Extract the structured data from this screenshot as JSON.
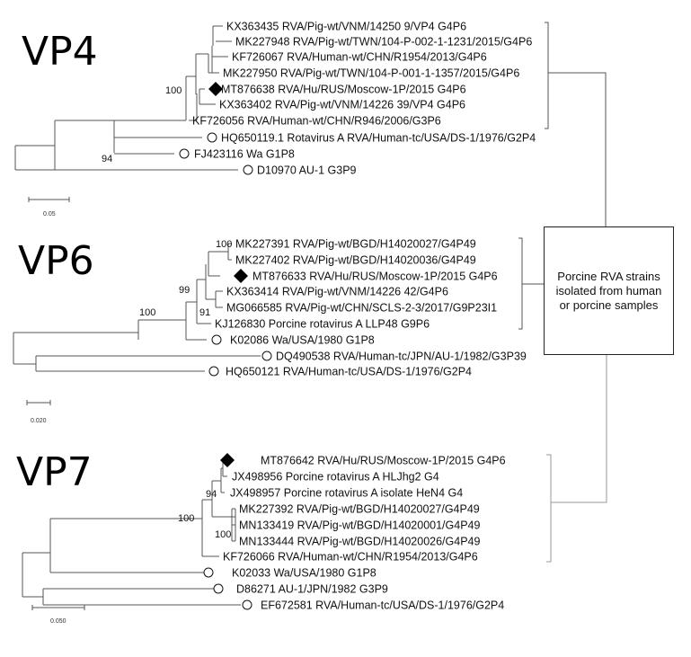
{
  "figure": {
    "legend": {
      "lines": [
        "Porcine RVA strains",
        "isolated from human",
        "or porcine samples"
      ]
    },
    "panels": [
      {
        "id": "vp4",
        "title": "VP4",
        "scale_bar": "0.05",
        "leaves": [
          {
            "label": "KX363435 RVA/Pig-wt/VNM/14250 9/VP4 G4P6",
            "marker": "none"
          },
          {
            "label": "MK227948 RVA/Pig-wt/TWN/104-P-002-1-1231/2015/G4P6",
            "marker": "none"
          },
          {
            "label": "KF726067 RVA/Human-wt/CHN/R1954/2013/G4P6",
            "marker": "none"
          },
          {
            "label": "MK227950 RVA/Pig-wt/TWN/104-P-001-1-1357/2015/G4P6",
            "marker": "none"
          },
          {
            "label": "MT876638 RVA/Hu/RUS/Moscow-1P/2015 G4P6",
            "marker": "diamond"
          },
          {
            "label": "KX363402 RVA/Pig-wt/VNM/14226 39/VP4 G4P6",
            "marker": "none"
          },
          {
            "label": "KF726056 RVA/Human-wt/CHN/R946/2006/G3P6",
            "marker": "none"
          },
          {
            "label": "HQ650119.1 Rotavirus A RVA/Human-tc/USA/DS-1/1976/G2P4",
            "marker": "circle"
          },
          {
            "label": "FJ423116 Wa G1P8",
            "marker": "circle"
          },
          {
            "label": "D10970 AU-1 G3P9",
            "marker": "circle"
          }
        ],
        "bootstraps": [
          "100",
          "94"
        ]
      },
      {
        "id": "vp6",
        "title": "VP6",
        "scale_bar": "0.020",
        "leaves": [
          {
            "label": "MK227391 RVA/Pig-wt/BGD/H14020027/G4P49",
            "marker": "none"
          },
          {
            "label": "MK227402 RVA/Pig-wt/BGD/H14020036/G4P49",
            "marker": "none"
          },
          {
            "label": "MT876633 RVA/Hu/RUS/Moscow-1P/2015 G4P6",
            "marker": "diamond"
          },
          {
            "label": "KX363414 RVA/Pig-wt/VNM/14226 42/G4P6",
            "marker": "none"
          },
          {
            "label": "MG066585 RVA/Pig-wt/CHN/SCLS-2-3/2017/G9P23I1",
            "marker": "none"
          },
          {
            "label": "KJ126830 Porcine rotavirus A LLP48 G9P6",
            "marker": "none"
          },
          {
            "label": "K02086 Wa/USA/1980 G1P8",
            "marker": "circle"
          },
          {
            "label": "DQ490538 RVA/Human-tc/JPN/AU-1/1982/G3P39",
            "marker": "circle"
          },
          {
            "label": "HQ650121 RVA/Human-tc/USA/DS-1/1976/G2P4",
            "marker": "circle"
          }
        ],
        "bootstraps": [
          "100",
          "99",
          "91",
          "100"
        ]
      },
      {
        "id": "vp7",
        "title": "VP7",
        "scale_bar": "0.050",
        "leaves": [
          {
            "label": "MT876642 RVA/Hu/RUS/Moscow-1P/2015 G4P6",
            "marker": "diamond"
          },
          {
            "label": "JX498956 Porcine rotavirus A HLJhg2 G4",
            "marker": "none"
          },
          {
            "label": "JX498957 Porcine rotavirus A isolate HeN4 G4",
            "marker": "none"
          },
          {
            "label": "MK227392 RVA/Pig-wt/BGD/H14020027/G4P49",
            "marker": "none"
          },
          {
            "label": "MN133419 RVA/Pig-wt/BGD/H14020001/G4P49",
            "marker": "none"
          },
          {
            "label": "MN133444 RVA/Pig-wt/BGD/H14020026/G4P49",
            "marker": "none"
          },
          {
            "label": "KF726066 RVA/Human-wt/CHN/R1954/2013/G4P6",
            "marker": "none"
          },
          {
            "label": "K02033 Wa/USA/1980 G1P8",
            "marker": "circle"
          },
          {
            "label": "D86271 AU-1/JPN/1982 G3P9",
            "marker": "circle"
          },
          {
            "label": "EF672581 RVA/Human-tc/USA/DS-1/1976/G2P4",
            "marker": "circle"
          }
        ],
        "bootstraps": [
          "94",
          "100",
          "100"
        ]
      }
    ]
  }
}
